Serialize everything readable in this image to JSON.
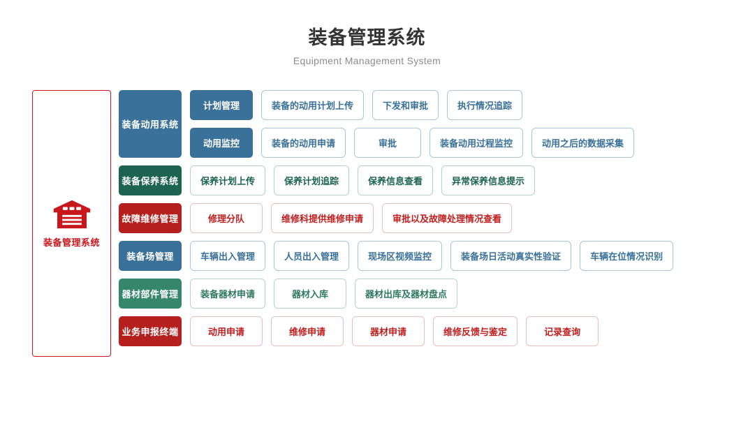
{
  "header": {
    "title": "装备管理系统",
    "subtitle": "Equipment Management System"
  },
  "root": {
    "label": "装备管理系统",
    "icon": "warehouse-icon",
    "color": "#c8161d"
  },
  "colors": {
    "blue": "#3a7199",
    "blue_border": "#a9c6dd",
    "green": "#1d6450",
    "green_border": "#b4cfc5",
    "green2": "#35876b",
    "green2_border": "#b4d5c8",
    "red": "#b5201f",
    "red_border": "#e8bfc0",
    "title": "#333333",
    "subtitle": "#8c8c8c"
  },
  "rows": [
    {
      "category": "装备动用系统",
      "color": "blue",
      "sub_groups": [
        {
          "label": "计划管理",
          "leaves": [
            "装备的动用计划上传",
            "下发和审批",
            "执行情况追踪"
          ]
        },
        {
          "label": "动用监控",
          "leaves": [
            "装备的动用申请",
            "审批",
            "装备动用过程监控",
            "动用之后的数据采集"
          ]
        }
      ]
    },
    {
      "category": "装备保养系统",
      "color": "green",
      "leaves": [
        "保养计划上传",
        "保养计划追踪",
        "保养信息查看",
        "异常保养信息提示"
      ]
    },
    {
      "category": "故障维修管理",
      "color": "red",
      "leaves": [
        "修理分队",
        "维修科提供维修申请",
        "审批以及故障处理情况查看"
      ]
    },
    {
      "category": "装备场管理",
      "color": "blue",
      "leaves": [
        "车辆出入管理",
        "人员出入管理",
        "现场区视频监控",
        "装备场日活动真实性验证",
        "车辆在位情况识别"
      ]
    },
    {
      "category": "器材部件管理",
      "color": "green2",
      "leaves": [
        "装备器材申请",
        "器材入库",
        "器材出库及器材盘点"
      ]
    },
    {
      "category": "业务申报终端",
      "color": "red",
      "leaves": [
        "动用申请",
        "维修申请",
        "器材申请",
        "维修反馈与鉴定",
        "记录查询"
      ]
    }
  ]
}
